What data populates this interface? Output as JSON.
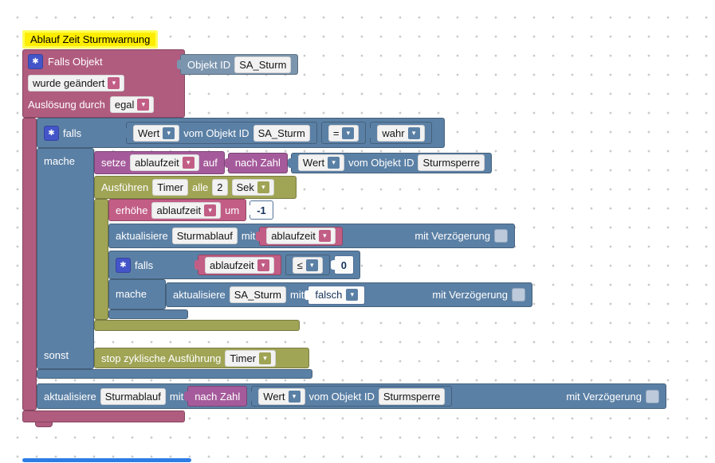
{
  "comment": {
    "text": "Ablauf Zeit Sturmwarnung"
  },
  "trigger": {
    "title": "Falls Objekt",
    "objekt": {
      "label": "Objekt ID",
      "value": "SA_Sturm"
    },
    "mode": "wurde geändert",
    "ausloesung_label": "Auslösung durch",
    "ausloesung_value": "egal"
  },
  "if1": {
    "falls": "falls",
    "mache": "mache",
    "sonst": "sonst",
    "cond": {
      "wert": "Wert",
      "vom": "vom Objekt ID",
      "objekt": "SA_Sturm",
      "op": "=",
      "value": "wahr"
    }
  },
  "setze": {
    "kw": "setze",
    "var": "ablaufzeit",
    "auf": "auf",
    "nach_zahl": "nach Zahl",
    "get": {
      "wert": "Wert",
      "vom": "vom Objekt ID",
      "objekt": "Sturmsperre"
    }
  },
  "timer": {
    "kw": "Ausführen",
    "name": "Timer",
    "alle": "alle",
    "interval": "2",
    "unit": "Sek"
  },
  "erhoehe": {
    "kw": "erhöhe",
    "var": "ablaufzeit",
    "um": "um",
    "value": "-1"
  },
  "update1": {
    "kw": "aktualisiere",
    "objekt": "Sturmablauf",
    "mit": "mit",
    "var": "ablaufzeit",
    "delay": "mit Verzögerung"
  },
  "if2": {
    "falls": "falls",
    "mache": "mache",
    "cond": {
      "var": "ablaufzeit",
      "op": "≤",
      "value": "0"
    }
  },
  "update2": {
    "kw": "aktualisiere",
    "objekt": "SA_Sturm",
    "mit": "mit",
    "value": "falsch",
    "delay": "mit Verzögerung"
  },
  "stop": {
    "kw": "stop zyklische Ausführung",
    "name": "Timer"
  },
  "update3": {
    "kw": "aktualisiere",
    "objekt": "Sturmablauf",
    "mit": "mit",
    "nach_zahl": "nach Zahl",
    "get": {
      "wert": "Wert",
      "vom": "vom Objekt ID",
      "objekt": "Sturmsperre"
    },
    "delay": "mit Verzögerung"
  },
  "colors": {
    "trigger_pink": "#b05c7f",
    "variable_pink": "#c25e86",
    "logic_blue": "#5b80a5",
    "object_blue": "#7b95ae",
    "value_purple": "#a55b9b",
    "timer_olive": "#a0a455",
    "comment_yellow": "#ffed00",
    "gear_blue": "#4355c8"
  }
}
